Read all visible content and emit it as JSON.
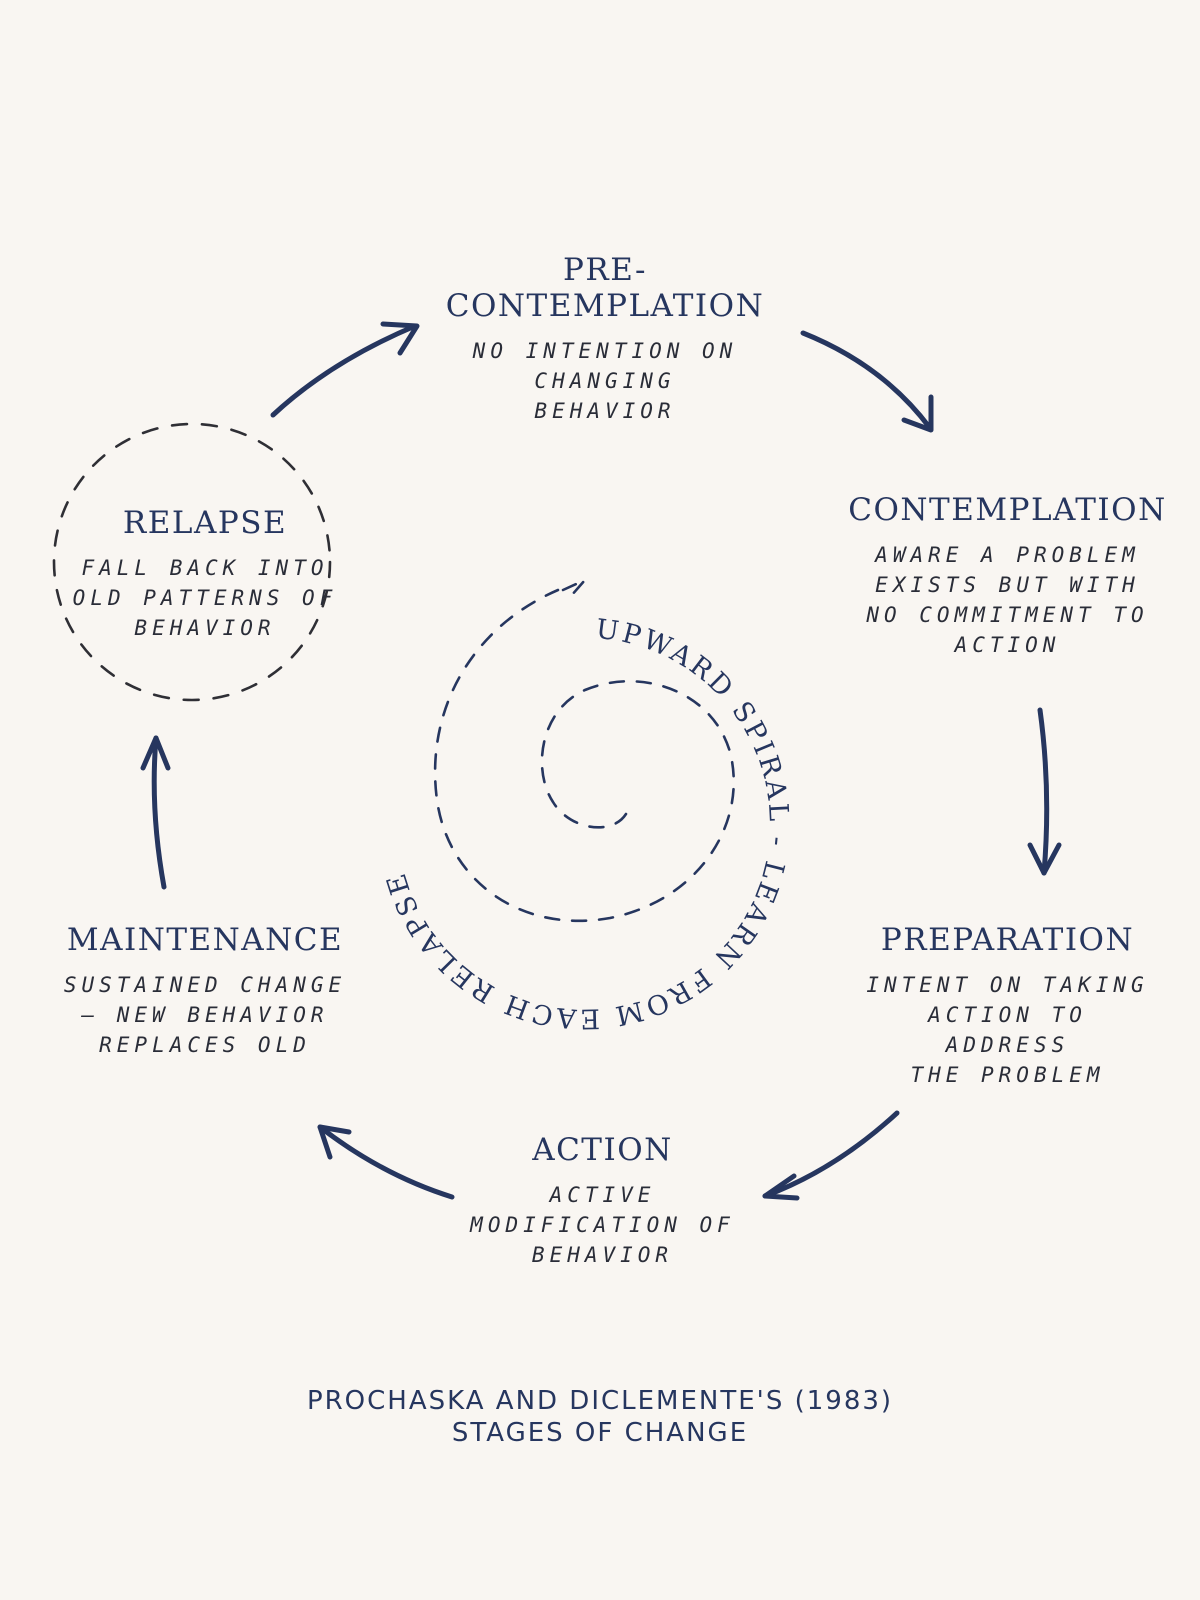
{
  "stages": {
    "precontemplation": {
      "title_lines": [
        "PRE-",
        "CONTEMPLATION"
      ],
      "desc_lines": [
        "NO INTENTION ON",
        "CHANGING",
        "BEHAVIOR"
      ]
    },
    "contemplation": {
      "title_lines": [
        "CONTEMPLATION"
      ],
      "desc_lines": [
        "AWARE A PROBLEM",
        "EXISTS BUT WITH",
        "NO COMMITMENT TO",
        "ACTION"
      ]
    },
    "preparation": {
      "title_lines": [
        "PREPARATION"
      ],
      "desc_lines": [
        "INTENT ON TAKING",
        "ACTION TO ADDRESS",
        "THE PROBLEM"
      ]
    },
    "action": {
      "title_lines": [
        "ACTION"
      ],
      "desc_lines": [
        "ACTIVE",
        "MODIFICATION OF",
        "BEHAVIOR"
      ]
    },
    "maintenance": {
      "title_lines": [
        "MAINTENANCE"
      ],
      "desc_lines": [
        "SUSTAINED CHANGE",
        "– NEW BEHAVIOR",
        "REPLACES OLD"
      ]
    },
    "relapse": {
      "title_lines": [
        "RELAPSE"
      ],
      "desc_lines": [
        "FALL BACK INTO",
        "OLD PATTERNS OF",
        "BEHAVIOR"
      ]
    }
  },
  "spiral": {
    "label": "UPWARD SPIRAL - LEARN FROM EACH RELAPSE"
  },
  "footer": {
    "lines": [
      "PROCHASKA AND DICLEMENTE'S (1983)",
      "STAGES OF CHANGE"
    ]
  },
  "colors": {
    "background": "#f9f6f2",
    "navy": "#26365f",
    "ink": "#2a2d38"
  }
}
